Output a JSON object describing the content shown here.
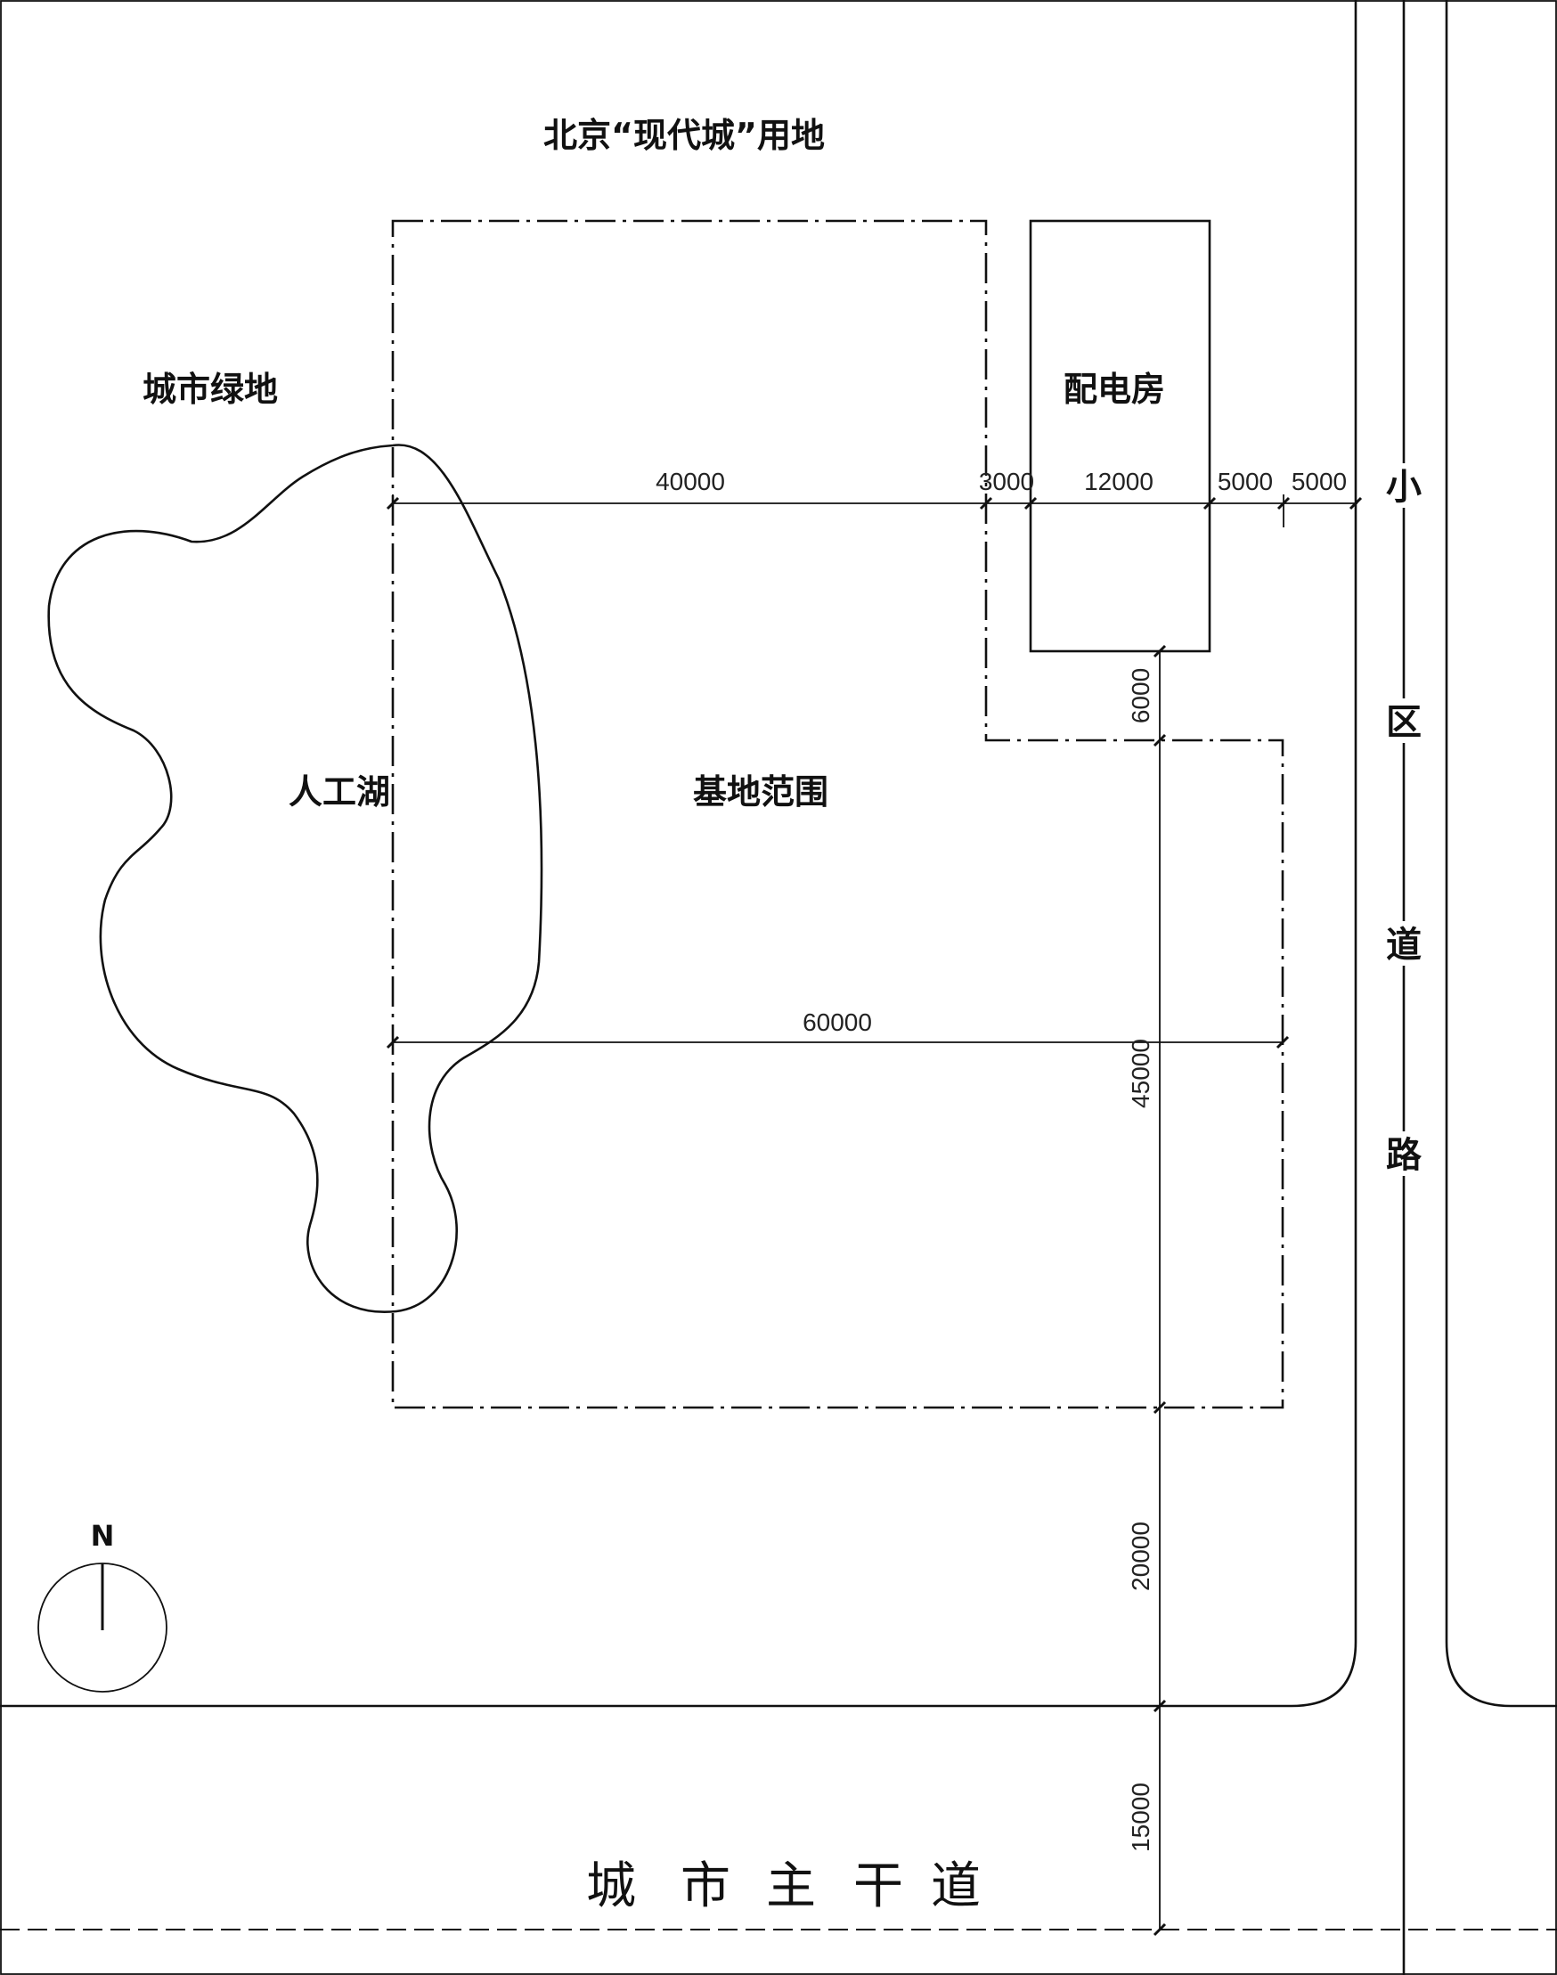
{
  "labels": {
    "north_site": "北京“现代城”用地",
    "green_space": "城市绿地",
    "substation": "配电房",
    "lake": "人工湖",
    "site": "基地范围",
    "compass_n": "N"
  },
  "roads": {
    "main_road": [
      "城",
      "市",
      "主",
      "干",
      "道"
    ],
    "estate_road": [
      "小",
      "区",
      "道",
      "路"
    ]
  },
  "dimensions": {
    "d_40000": "40000",
    "d_3000": "3000",
    "d_12000": "12000",
    "d_5000a": "5000",
    "d_5000b": "5000",
    "d_60000": "60000",
    "d_6000": "6000",
    "d_45000": "45000",
    "d_20000": "20000",
    "d_15000": "15000"
  }
}
